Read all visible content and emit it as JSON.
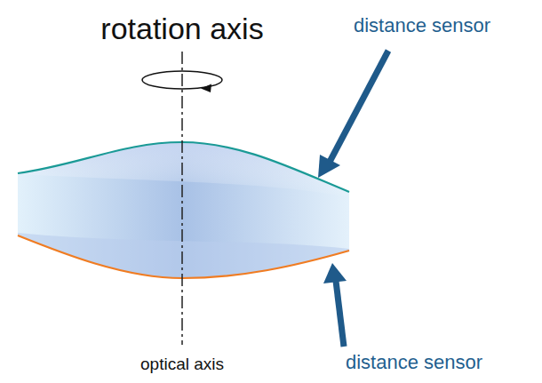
{
  "diagram": {
    "labels": [
      "rotation axis",
      "distance sensor",
      "optical axis",
      "distance sensor"
    ]
  }
}
